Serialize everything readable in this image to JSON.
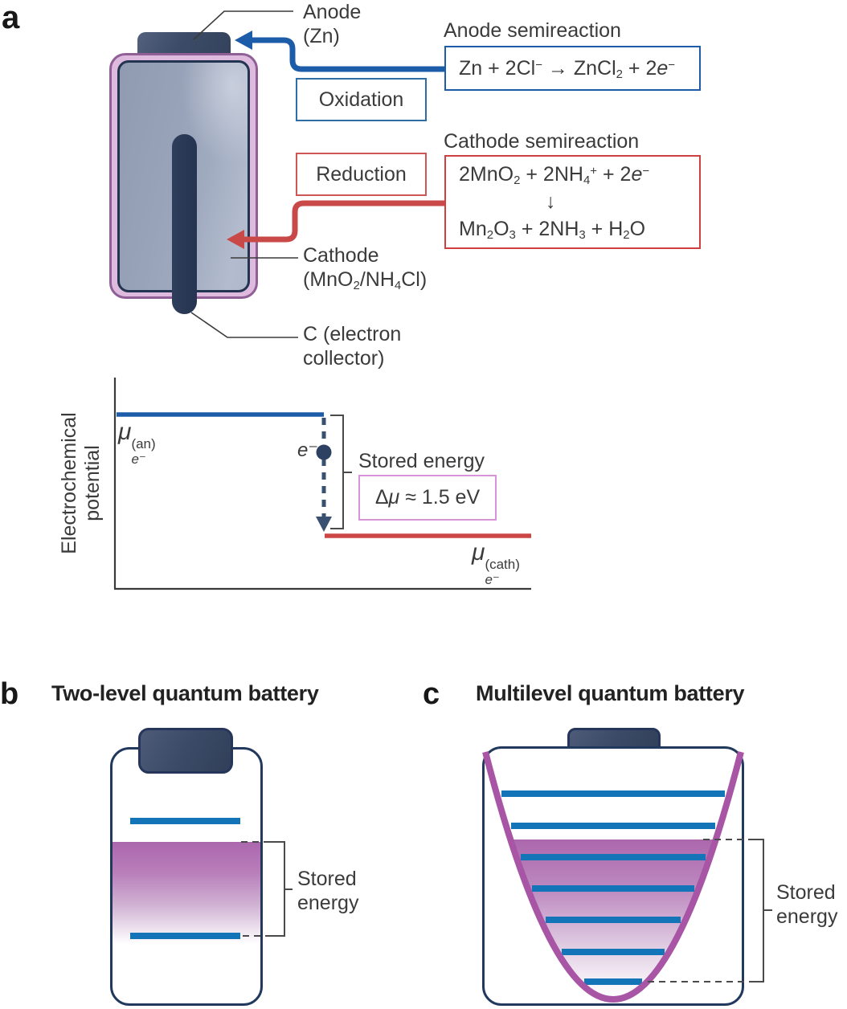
{
  "figure": {
    "panel_a": {
      "label": "a",
      "anode_label_line1": "Anode",
      "anode_label_line2": "(Zn)",
      "anode_semireaction_title": "Anode semireaction",
      "anode_reaction_html": "Zn + 2Cl<sup>−</sup> → ZnCl<sub>2</sub> + 2<i>e</i><sup>−</sup>",
      "oxidation_label": "Oxidation",
      "reduction_label": "Reduction",
      "cathode_semireaction_title": "Cathode semireaction",
      "cathode_reaction_line1_html": "2MnO<sub>2</sub> + 2NH<sub>4</sub><sup>+</sup> + 2<i>e</i><sup>−</sup>",
      "cathode_reaction_arrow": "↓",
      "cathode_reaction_line2_html": "Mn<sub>2</sub>O<sub>3</sub> + 2NH<sub>3</sub> + H<sub>2</sub>O",
      "cathode_label_line1": "Cathode",
      "cathode_label_line2_html": "(MnO<sub>2</sub>/NH<sub>4</sub>Cl)",
      "collector_label_line1": "C (electron",
      "collector_label_line2": "collector)",
      "diagram": {
        "y_axis_line1": "Electrochemical",
        "y_axis_line2": "potential",
        "mu_symbol": "μ",
        "mu_anode_sup": "(an)",
        "mu_anode_sub_html": "<i>e</i>⁻",
        "mu_cathode_sup": "(cath)",
        "mu_cathode_sub_html": "<i>e</i>⁻",
        "electron_label_html": "<i>e</i>⁻",
        "stored_energy_label": "Stored energy",
        "delta_mu_label_html": "Δ<i>μ</i> ≈ 1.5 eV"
      }
    },
    "panel_b": {
      "label": "b",
      "title": "Two-level quantum battery",
      "stored_line1": "Stored",
      "stored_line2": "energy",
      "num_levels": 2
    },
    "panel_c": {
      "label": "c",
      "title": "Multilevel quantum battery",
      "stored_line1": "Stored",
      "stored_line2": "energy",
      "num_levels": 7
    },
    "colors": {
      "arrow_blue": "#1d5ca8",
      "arrow_red": "#c94848",
      "level_blue": "#1474b8",
      "parabola_purple": "#a855a5",
      "stored_purple_top": "#ac67ad",
      "battery_navy": "#22395e",
      "shell_pink_fill": "#ddbade",
      "shell_pink_border": "#8f5f96",
      "delta_box_border": "#d795d7",
      "text": "#3b3b3b"
    }
  }
}
